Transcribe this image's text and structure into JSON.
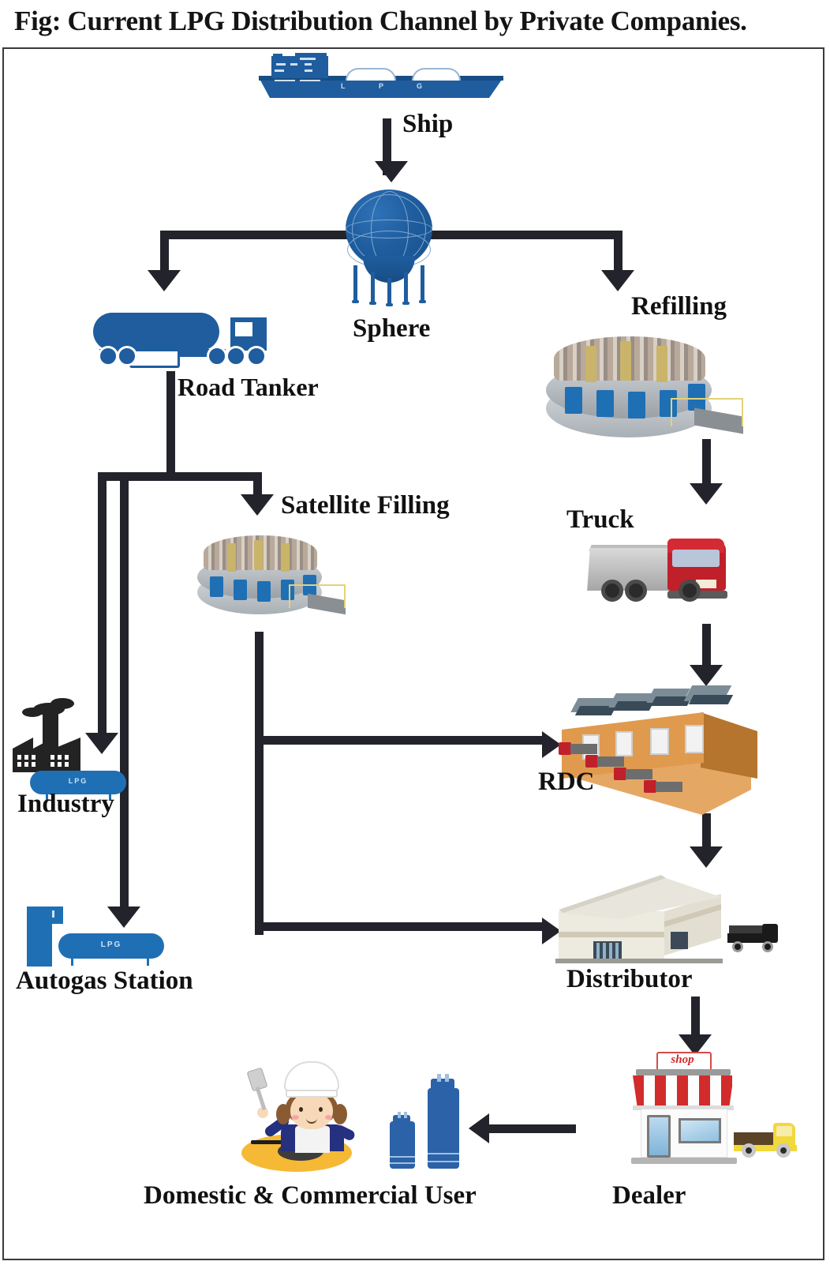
{
  "figure": {
    "title": "Fig: Current LPG Distribution Channel by Private Companies.",
    "caption_prefix": "Fig:"
  },
  "nodes": {
    "ship": {
      "label": "Ship",
      "hull_text": [
        "L",
        "P",
        "G"
      ],
      "color": "#1f5d9e"
    },
    "sphere": {
      "label": "Sphere",
      "color": "#1f5d9e"
    },
    "road_tanker": {
      "label": "Road Tanker",
      "color": "#1f5d9e"
    },
    "refilling": {
      "label": "Refilling",
      "cylinder_color": "#1f6fb5"
    },
    "truck": {
      "label": "Truck",
      "color": "#c0202a"
    },
    "satellite_filling": {
      "label": "Satellite Filling",
      "cylinder_color": "#1f6fb5"
    },
    "industry": {
      "label": "Industry",
      "tank_text": "LPG",
      "color": "#1f6fb5"
    },
    "autogas_station": {
      "label": "Autogas Station",
      "tank_text": "LPG",
      "color": "#1f6fb5"
    },
    "rdc": {
      "label": "RDC",
      "color": "#e09a4e"
    },
    "distributor": {
      "label": "Distributor",
      "color": "#edeadf"
    },
    "dealer": {
      "label": "Dealer",
      "sign_text": "shop",
      "awning_color": "#d22b2b",
      "truck_color": "#f1d83c"
    },
    "domestic_user": {
      "label": "Domestic & Commercial User",
      "cylinder_color": "#2b62a8"
    }
  },
  "flows": [
    {
      "from": "ship",
      "to": "sphere",
      "direction": "down"
    },
    {
      "from": "sphere",
      "to": "road_tanker",
      "direction": "down-left"
    },
    {
      "from": "sphere",
      "to": "refilling",
      "direction": "down-right"
    },
    {
      "from": "road_tanker",
      "to": "industry",
      "direction": "down-left"
    },
    {
      "from": "road_tanker",
      "to": "autogas_station",
      "direction": "down-left"
    },
    {
      "from": "road_tanker",
      "to": "satellite_filling",
      "direction": "down-right"
    },
    {
      "from": "refilling",
      "to": "truck",
      "direction": "down"
    },
    {
      "from": "truck",
      "to": "rdc",
      "direction": "down"
    },
    {
      "from": "satellite_filling",
      "to": "rdc",
      "direction": "right"
    },
    {
      "from": "satellite_filling",
      "to": "distributor",
      "direction": "right"
    },
    {
      "from": "rdc",
      "to": "distributor",
      "direction": "down"
    },
    {
      "from": "distributor",
      "to": "dealer",
      "direction": "down"
    },
    {
      "from": "dealer",
      "to": "domestic_user",
      "direction": "left"
    }
  ],
  "colors": {
    "arrow": "#23232b",
    "frame": "#3a3a3a",
    "background": "#ffffff"
  }
}
